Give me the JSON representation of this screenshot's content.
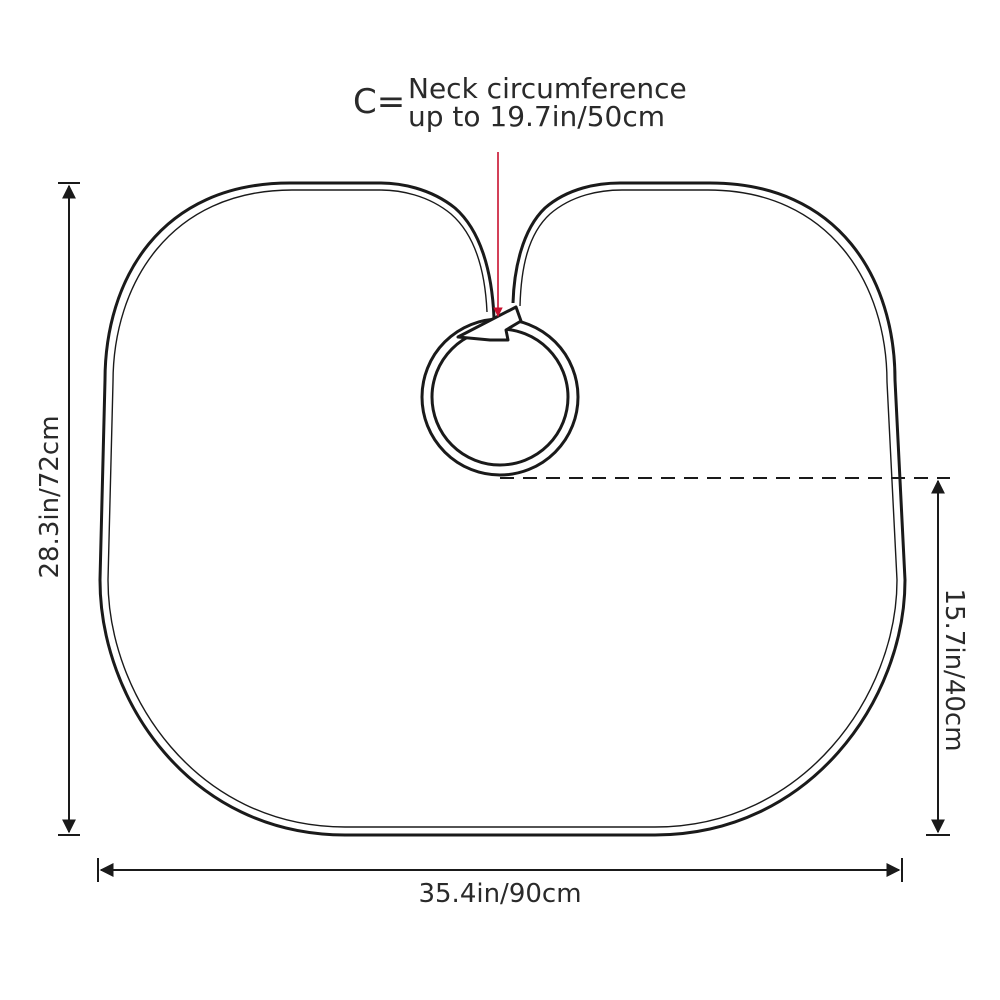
{
  "annotations": {
    "c_prefix": "C=",
    "neck_line1": "Neck circumference",
    "neck_line2": "up to 19.7in/50cm",
    "height_label": "28.3in/72cm",
    "neck_to_bottom_label": "15.7in/40cm",
    "width_label": "35.4in/90cm"
  },
  "colors": {
    "outline": "#1a1a1a",
    "pointer_arrow": "#c8102e",
    "text": "#2a2a2a"
  }
}
